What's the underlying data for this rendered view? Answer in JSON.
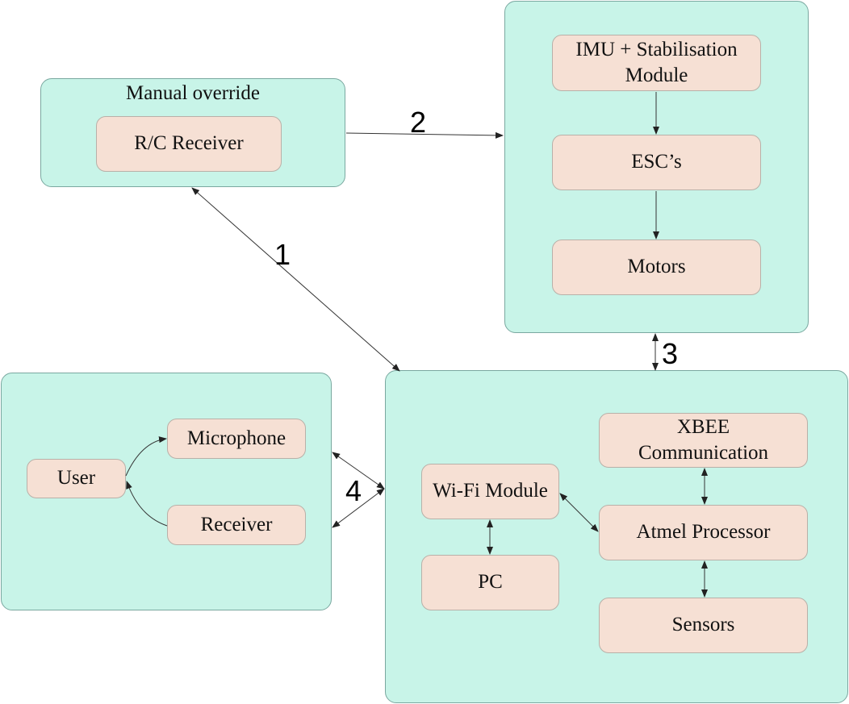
{
  "manual": {
    "title": "Manual override",
    "rc_receiver": "R/C Receiver"
  },
  "flight": {
    "imu": "IMU + Stabilisation\nModule",
    "esc": "ESC’s",
    "motors": "Motors"
  },
  "voice": {
    "user": "User",
    "microphone": "Microphone",
    "receiver": "Receiver"
  },
  "main": {
    "wifi": "Wi-Fi Module",
    "pc": "PC",
    "xbee": "XBEE\nCommunication",
    "atmel": "Atmel Processor",
    "sensors": "Sensors"
  },
  "links": {
    "link1": "1",
    "link2": "2",
    "link3": "3",
    "link4": "4"
  },
  "colors": {
    "group_fill": "#c8f4e8",
    "node_fill": "#f6e0d4",
    "line": "#333333"
  }
}
